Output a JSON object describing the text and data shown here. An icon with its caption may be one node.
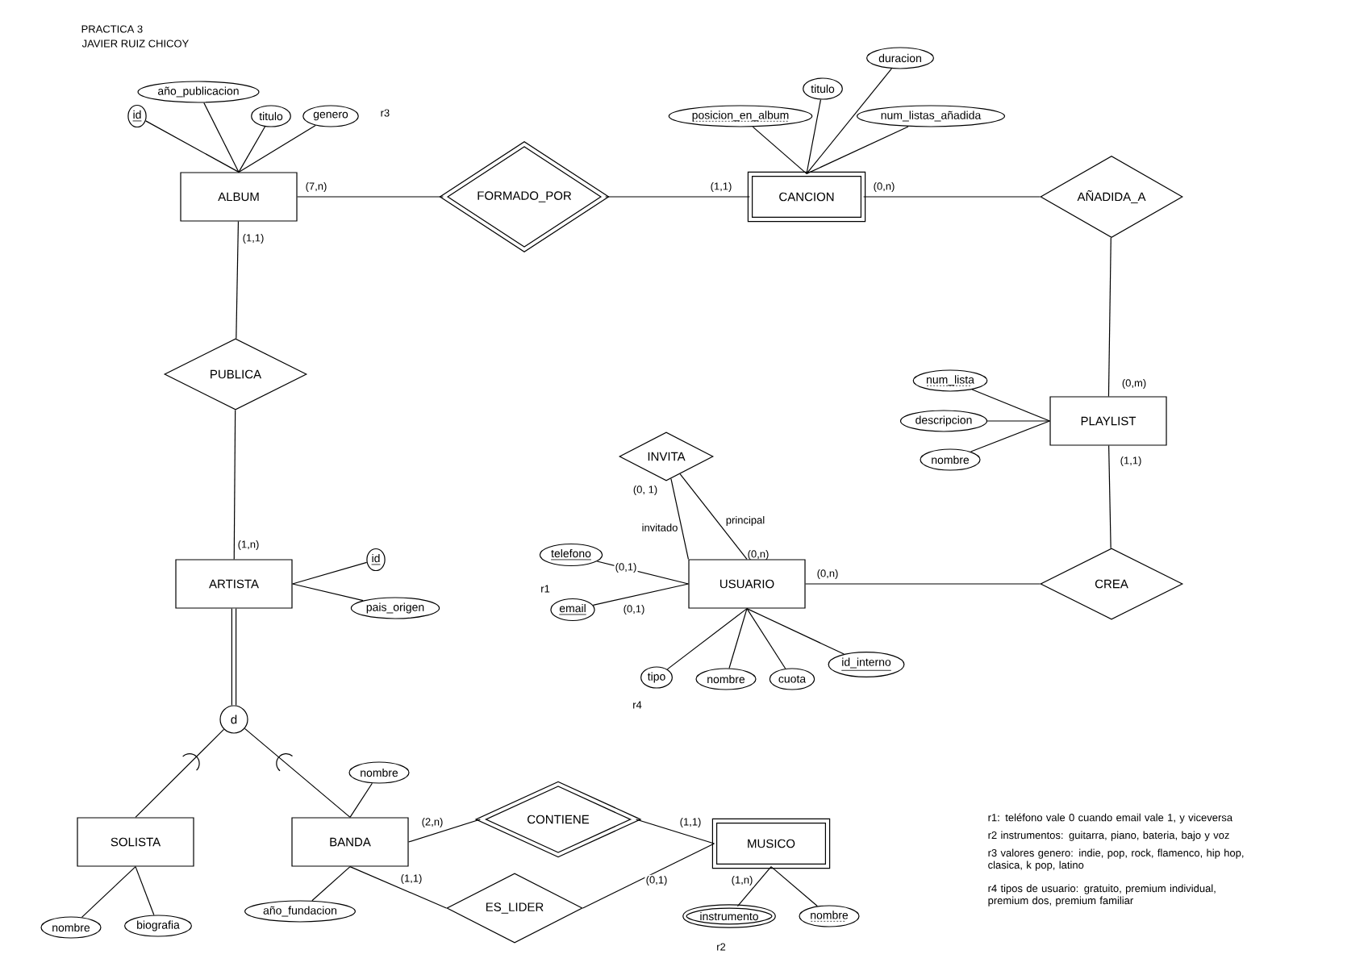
{
  "diagram": {
    "title": "PRACTICA 3",
    "nodes": [
      {
        "text": [
          "ALBUM"
        ]
      },
      {
        "text": [
          "id"
        ]
      },
      {
        "text": [
          "año_publicacion"
        ]
      },
      {
        "text": [
          "titulo"
        ]
      },
      {
        "text": [
          "genero"
        ]
      },
      {
        "text": [
          "FORMADO_POR"
        ]
      },
      {
        "text": [
          "CANCION"
        ]
      },
      {
        "text": [
          "posicion_en_album"
        ]
      },
      {
        "text": [
          "titulo"
        ]
      },
      {
        "text": [
          "duracion"
        ]
      },
      {
        "text": [
          "num_listas_añadida"
        ]
      },
      {
        "text": [
          "AÑADIDA_A"
        ]
      },
      {
        "text": [
          "PLAYLIST"
        ]
      },
      {
        "text": [
          "num_lista"
        ]
      },
      {
        "text": [
          "descripcion"
        ]
      },
      {
        "text": [
          "nombre"
        ]
      },
      {
        "text": [
          "CREA"
        ]
      },
      {
        "text": [
          "PUBLICA"
        ]
      },
      {
        "text": [
          "ARTISTA"
        ]
      },
      {
        "text": [
          "id"
        ]
      },
      {
        "text": [
          "pais_origen"
        ]
      },
      {
        "text": [
          "INVITA"
        ]
      },
      {
        "text": [
          "USUARIO"
        ]
      },
      {
        "text": [
          "telefono"
        ]
      },
      {
        "text": [
          "email"
        ]
      },
      {
        "text": [
          "tipo"
        ]
      },
      {
        "text": [
          "nombre"
        ]
      },
      {
        "text": [
          "cuota"
        ]
      },
      {
        "text": [
          "id_interno"
        ]
      },
      {
        "text": [
          "d"
        ]
      },
      {
        "text": [
          "SOLISTA"
        ]
      },
      {
        "text": [
          "BANDA"
        ]
      },
      {
        "text": [
          "nombre"
        ]
      },
      {
        "text": [
          "nombre"
        ]
      },
      {
        "text": [
          "biografia"
        ]
      },
      {
        "text": [
          "año_fundacion"
        ]
      },
      {
        "text": [
          "CONTIENE"
        ]
      },
      {
        "text": [
          "MUSICO"
        ]
      },
      {
        "text": [
          "ES_LIDER"
        ]
      },
      {
        "text": [
          "instrumento"
        ]
      },
      {
        "text": [
          "nombre"
        ]
      }
    ],
    "edges": [
      {
        "from": 0,
        "to": 1,
        "arrow": "none"
      },
      {
        "from": 0,
        "to": 2,
        "arrow": "none"
      },
      {
        "from": 0,
        "to": 3,
        "arrow": "none"
      },
      {
        "from": 0,
        "to": 4,
        "arrow": "none"
      },
      {
        "from": 0,
        "to": 5,
        "arrow": "none",
        "label": "(7,n)"
      },
      {
        "from": 5,
        "to": 6,
        "arrow": "none",
        "label": "(1,1)"
      },
      {
        "from": 6,
        "to": 7,
        "arrow": "none"
      },
      {
        "from": 6,
        "to": 8,
        "arrow": "none"
      },
      {
        "from": 6,
        "to": 9,
        "arrow": "none"
      },
      {
        "from": 6,
        "to": 10,
        "arrow": "none"
      },
      {
        "from": 6,
        "to": 11,
        "arrow": "none",
        "label": "(0,n)"
      },
      {
        "from": 11,
        "to": 12,
        "arrow": "none",
        "label": "(0,m)"
      },
      {
        "from": 12,
        "to": 13,
        "arrow": "none"
      },
      {
        "from": 12,
        "to": 14,
        "arrow": "none"
      },
      {
        "from": 12,
        "to": 15,
        "arrow": "none"
      },
      {
        "from": 12,
        "to": 16,
        "arrow": "none",
        "label": "(1,1)"
      },
      {
        "from": 22,
        "to": 16,
        "arrow": "none",
        "label": "(0,n)"
      },
      {
        "from": 0,
        "to": 17,
        "arrow": "none",
        "label": "(1,1)"
      },
      {
        "from": 17,
        "to": 18,
        "arrow": "none",
        "label": "(1,n)"
      },
      {
        "from": 18,
        "to": 19,
        "arrow": "none"
      },
      {
        "from": 18,
        "to": 20,
        "arrow": "none"
      },
      {
        "from": 21,
        "to": 22,
        "arrow": "none",
        "label": "invitado"
      },
      {
        "from": 21,
        "to": 22,
        "arrow": "none",
        "label": "principal"
      },
      {
        "from": 22,
        "to": 23,
        "arrow": "none",
        "label": "(0,1)"
      },
      {
        "from": 22,
        "to": 24,
        "arrow": "none",
        "label": "(0,1)"
      },
      {
        "from": 22,
        "to": 25,
        "arrow": "none"
      },
      {
        "from": 22,
        "to": 26,
        "arrow": "none"
      },
      {
        "from": 22,
        "to": 27,
        "arrow": "none"
      },
      {
        "from": 22,
        "to": 28,
        "arrow": "none"
      },
      {
        "from": 18,
        "to": 29,
        "arrow": "none",
        "style": "thick"
      },
      {
        "from": 29,
        "to": 30,
        "arrow": "none"
      },
      {
        "from": 29,
        "to": 31,
        "arrow": "none"
      },
      {
        "from": 31,
        "to": 32,
        "arrow": "none"
      },
      {
        "from": 30,
        "to": 33,
        "arrow": "none"
      },
      {
        "from": 30,
        "to": 34,
        "arrow": "none"
      },
      {
        "from": 31,
        "to": 35,
        "arrow": "none"
      },
      {
        "from": 31,
        "to": 36,
        "arrow": "none",
        "label": "(2,n)"
      },
      {
        "from": 36,
        "to": 37,
        "arrow": "none",
        "label": "(1,1)"
      },
      {
        "from": 31,
        "to": 38,
        "arrow": "none",
        "label": "(1,1)"
      },
      {
        "from": 38,
        "to": 37,
        "arrow": "none",
        "label": "(0,1)"
      },
      {
        "from": 37,
        "to": 39,
        "arrow": "none",
        "label": "(1,n)"
      },
      {
        "from": 37,
        "to": 40,
        "arrow": "none"
      }
    ],
    "labels": [
      "JAVIER RUIZ CHICOY",
      "r3",
      "(0, 1)",
      "(0,n)",
      "r1",
      "r4",
      "r2",
      "r1: teléfono vale 0 cuando email vale 1, y viceversa",
      "r2 instrumentos: guitarra, piano, bateria, bajo y voz",
      "r3 valores genero: indie, pop, rock, flamenco, hip hop, clasica, k pop, latino",
      "r4 tipos de usuario: gratuito, premium individual, premium dos, premium familiar"
    ]
  }
}
